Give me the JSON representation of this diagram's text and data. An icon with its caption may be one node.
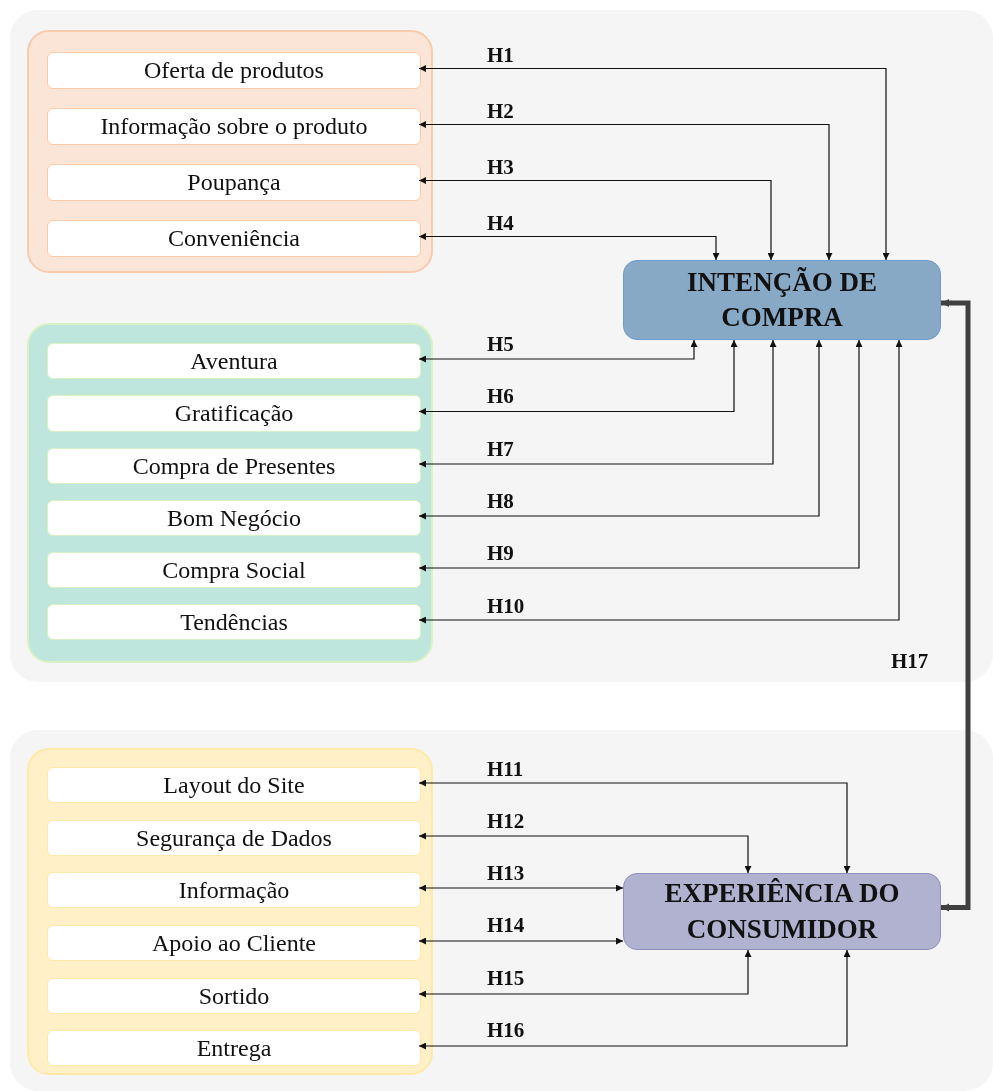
{
  "diagram": {
    "nodes": [
      {
        "text": [],
        "shape": "box"
      },
      {
        "text": [
          "Oferta de produtos"
        ],
        "in": 0
      },
      {
        "text": [
          "Informação sobre o produto"
        ],
        "in": 0
      },
      {
        "text": [
          "Poupança"
        ],
        "in": 0
      },
      {
        "text": [
          "Conveniência"
        ],
        "in": 0
      },
      {
        "text": [
          "INTENÇÃO DE COMPRA"
        ]
      },
      {
        "text": [],
        "shape": "box"
      },
      {
        "text": [
          "Aventura"
        ],
        "in": 6
      },
      {
        "text": [
          "Gratificação"
        ],
        "in": 6
      },
      {
        "text": [
          "Compra de Presentes"
        ],
        "in": 6
      },
      {
        "text": [
          "Bom Negócio"
        ],
        "in": 6
      },
      {
        "text": [
          "Compra Social"
        ],
        "in": 6
      },
      {
        "text": [
          "Tendências"
        ],
        "in": 6
      },
      {
        "text": [],
        "shape": "box"
      },
      {
        "text": [
          "Layout do Site"
        ],
        "in": 13
      },
      {
        "text": [
          "Segurança de Dados"
        ],
        "in": 13
      },
      {
        "text": [
          "Informação"
        ],
        "in": 13
      },
      {
        "text": [
          "Apoio ao Cliente"
        ],
        "in": 13
      },
      {
        "text": [
          "Sortido"
        ],
        "in": 13
      },
      {
        "text": [
          "Entrega"
        ],
        "in": 13
      },
      {
        "text": [
          "EXPERIÊNCIA DO CONSUMIDOR"
        ]
      }
    ],
    "edges": [
      {
        "from": 1,
        "to": 5,
        "arrow": "both",
        "label": "H1"
      },
      {
        "from": 2,
        "to": 5,
        "arrow": "both",
        "label": "H2"
      },
      {
        "from": 3,
        "to": 5,
        "arrow": "both",
        "label": "H3"
      },
      {
        "from": 4,
        "to": 5,
        "arrow": "both",
        "label": "H4"
      },
      {
        "from": 7,
        "to": 5,
        "arrow": "both",
        "label": "H5"
      },
      {
        "from": 8,
        "to": 5,
        "arrow": "both",
        "label": "H6"
      },
      {
        "from": 9,
        "to": 5,
        "arrow": "both",
        "label": "H7"
      },
      {
        "from": 10,
        "to": 5,
        "arrow": "both",
        "label": "H8"
      },
      {
        "from": 11,
        "to": 5,
        "arrow": "both",
        "label": "H9"
      },
      {
        "from": 12,
        "to": 5,
        "arrow": "both",
        "label": "H10"
      },
      {
        "from": 14,
        "to": 20,
        "arrow": "both",
        "label": "H11"
      },
      {
        "from": 15,
        "to": 20,
        "arrow": "both",
        "label": "H12"
      },
      {
        "from": 16,
        "to": 20,
        "arrow": "both",
        "label": "H13"
      },
      {
        "from": 17,
        "to": 20,
        "arrow": "both",
        "label": "H14"
      },
      {
        "from": 18,
        "to": 20,
        "arrow": "both",
        "label": "H15"
      },
      {
        "from": 19,
        "to": 20,
        "arrow": "both",
        "label": "H16"
      },
      {
        "from": 5,
        "to": 20,
        "arrow": "both",
        "label": "H17",
        "style": "thick",
        "color": "#404040"
      }
    ]
  }
}
